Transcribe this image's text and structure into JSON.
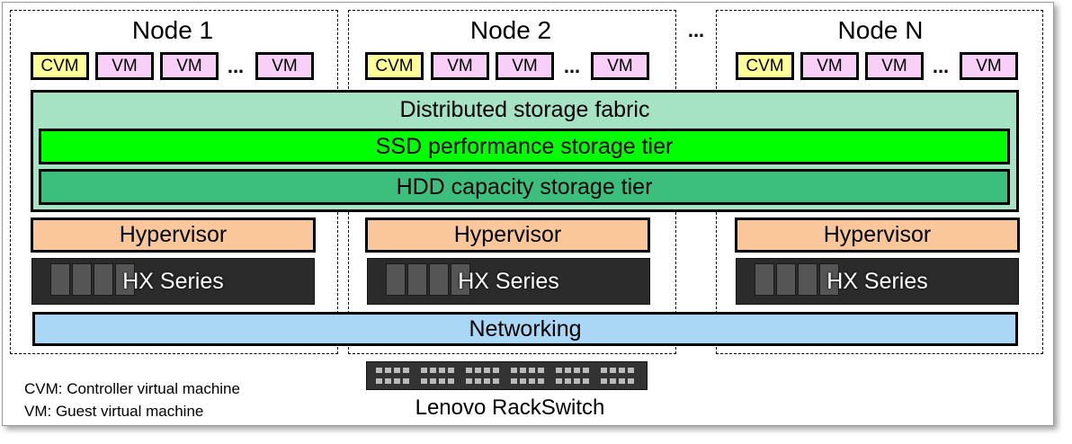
{
  "nodes": [
    {
      "title": "Node 1",
      "cvm": "CVM",
      "vm_labels": [
        "VM",
        "VM",
        "VM"
      ],
      "dots": "...",
      "hypervisor": "Hypervisor",
      "server": "HX Series"
    },
    {
      "title": "Node 2",
      "cvm": "CVM",
      "vm_labels": [
        "VM",
        "VM",
        "VM"
      ],
      "dots": "...",
      "hypervisor": "Hypervisor",
      "server": "HX Series"
    },
    {
      "title": "Node N",
      "cvm": "CVM",
      "vm_labels": [
        "VM",
        "VM",
        "VM"
      ],
      "dots": "...",
      "hypervisor": "Hypervisor",
      "server": "HX Series"
    }
  ],
  "between_nodes_dots": "...",
  "layers": {
    "fabric": "Distributed storage fabric",
    "ssd": "SSD performance storage tier",
    "hdd": "HDD capacity storage tier",
    "networking": "Networking"
  },
  "legend": {
    "cvm": "CVM: Controller virtual machine",
    "vm": "VM: Guest virtual machine"
  },
  "switch_label": "Lenovo RackSwitch",
  "colors": {
    "cvm": "#ffff99",
    "vm": "#f7cff7",
    "fabric": "#a6e2c4",
    "ssd": "#00ff00",
    "hdd": "#3cbf7c",
    "hypervisor": "#f9c79a",
    "networking": "#a9d7f5"
  }
}
